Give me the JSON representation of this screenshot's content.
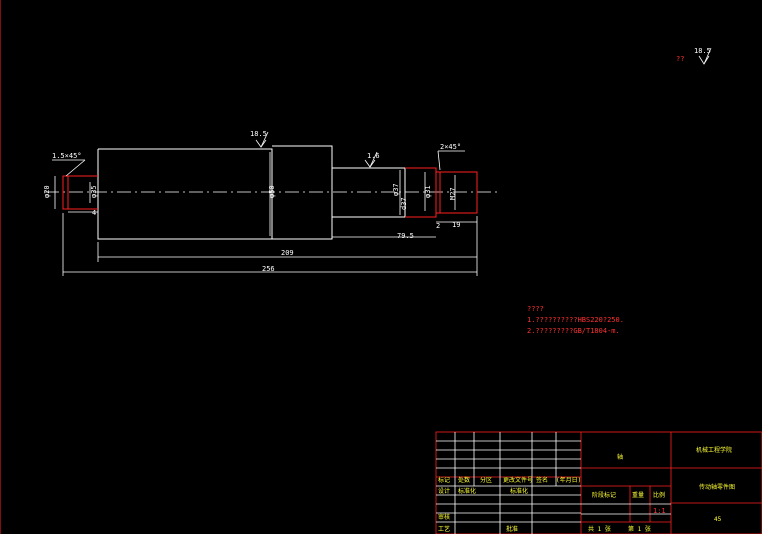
{
  "roughness": {
    "general_note": "??",
    "general_value": "18.5",
    "r1": "18.5",
    "r2": "1.6"
  },
  "dimensions": {
    "chamfer_left": "1.5×45°",
    "chamfer_right": "2×45°",
    "d_left": "φ20",
    "d_left_inner": "φ35",
    "d_main": "φ50",
    "d_step": "φ37",
    "d_step2": "d37",
    "d_groove": "φ31",
    "d_end": "M27",
    "len_left_step": "4",
    "len_right_groove": "2",
    "len_right_end": "19",
    "len_mid": "79.5",
    "len_body": "209",
    "len_total": "256"
  },
  "notes": {
    "title": "????",
    "line1": "1.??????????HBS220?250.",
    "line2": "2.?????????GB/T1804-m."
  },
  "title_block": {
    "part_name": "轴",
    "school": "机械工程学院",
    "drawing_title": "传动轴零件图",
    "material": "45",
    "qty_label": "共 1 张",
    "page_label": "第 1 张",
    "scale_value": "1:1",
    "h_mark": "标记",
    "h_count": "处数",
    "h_zone": "分区",
    "h_docno": "更改文件号",
    "h_sign": "签名",
    "h_date": "(年月日)",
    "design": "设计",
    "standard": "标准化",
    "review": "审核",
    "process": "工艺",
    "approve": "批准",
    "stage": "阶段标记",
    "weight": "重量",
    "scale": "比例"
  }
}
